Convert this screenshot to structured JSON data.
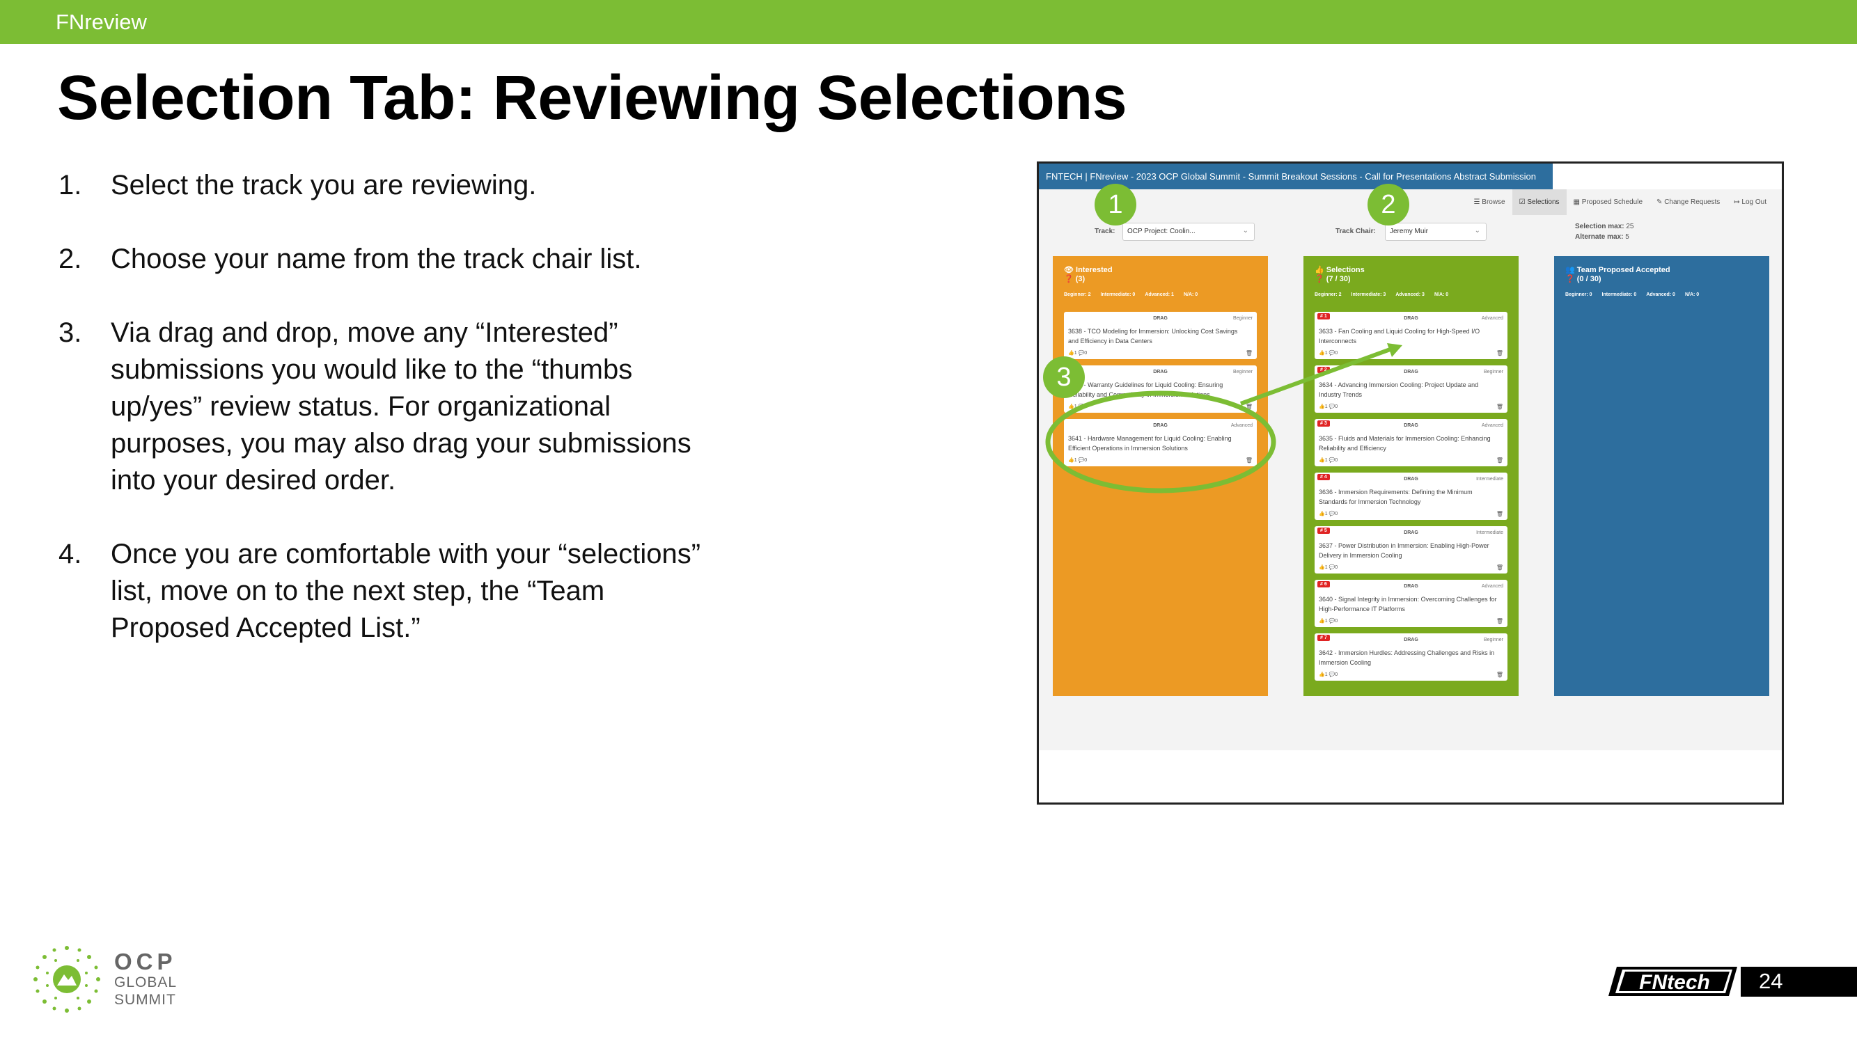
{
  "slide": {
    "brand": "FNreview",
    "title": "Selection Tab: Reviewing Selections",
    "page_number": "24"
  },
  "steps": [
    {
      "num": "1.",
      "text": "Select the track you are reviewing."
    },
    {
      "num": "2.",
      "text": "Choose your name from the track chair list."
    },
    {
      "num": "3.",
      "text": "Via drag and drop, move any “Interested” submissions you would like to the “thumbs up/yes” review status. For organizational purposes, you may also drag your submissions into your desired order."
    },
    {
      "num": "4.",
      "text": "Once you are comfortable with your “selections” list, move on to the next step, the “Team Proposed Accepted List.”"
    }
  ],
  "app": {
    "header_title": "FNTECH | FNreview - 2023 OCP Global Summit - Summit Breakout Sessions - Call for Presentations Abstract Submission",
    "nav": [
      {
        "label": "☰ Browse",
        "active": false
      },
      {
        "label": "☑ Selections",
        "active": true
      },
      {
        "label": "▦ Proposed Schedule",
        "active": false
      },
      {
        "label": "✎ Change Requests",
        "active": false
      },
      {
        "label": "↦ Log Out",
        "active": false
      }
    ],
    "track_label": "Track:",
    "track_value": "OCP Project: Coolin...",
    "chair_label": "Track Chair:",
    "chair_value": "Jeremy Muir",
    "selection_max_label": "Selection max:",
    "selection_max_value": "25",
    "alternate_max_label": "Alternate max:",
    "alternate_max_value": "5",
    "columns": {
      "interested": {
        "title": "👁 Interested",
        "count": "❓ (3)",
        "levels": [
          "Beginner: 2",
          "Intermediate: 0",
          "Advanced: 1",
          "N/A: 0"
        ],
        "cards": [
          {
            "drag": "DRAG",
            "level": "Beginner",
            "title": "3638 - TCO Modeling for Immersion: Unlocking Cost Savings and Efficiency in Data Centers",
            "meta": "👍1  💬0"
          },
          {
            "drag": "DRAG",
            "level": "Beginner",
            "title": "3639 - Warranty Guidelines for Liquid Cooling: Ensuring Reliability and Compatibility in Immersion Solutions",
            "meta": "👍1  💬0"
          },
          {
            "drag": "DRAG",
            "level": "Advanced",
            "title": "3641 - Hardware Management for Liquid Cooling: Enabling Efficient Operations in Immersion Solutions",
            "meta": "👍1  💬0"
          }
        ]
      },
      "selections": {
        "title": "👍 Selections",
        "count": "❓ (7 / 30)",
        "levels": [
          "Beginner: 2",
          "Intermediate: 3",
          "Advanced: 3",
          "N/A: 0"
        ],
        "cards": [
          {
            "rank": "# 1",
            "drag": "DRAG",
            "level": "Advanced",
            "title": "3633 - Fan Cooling and Liquid Cooling for High-Speed I/O Interconnects",
            "meta": "👍1  💬0"
          },
          {
            "rank": "# 2",
            "drag": "DRAG",
            "level": "Beginner",
            "title": "3634 - Advancing Immersion Cooling: Project Update and Industry Trends",
            "meta": "👍1  💬0"
          },
          {
            "rank": "# 3",
            "drag": "DRAG",
            "level": "Advanced",
            "title": "3635 - Fluids and Materials for Immersion Cooling: Enhancing Reliability and Efficiency",
            "meta": "👍1  💬0"
          },
          {
            "rank": "# 4",
            "drag": "DRAG",
            "level": "Intermediate",
            "title": "3636 - Immersion Requirements: Defining the Minimum Standards for Immersion Technology",
            "meta": "👍1  💬0"
          },
          {
            "rank": "# 5",
            "drag": "DRAG",
            "level": "Intermediate",
            "title": "3637 - Power Distribution in Immersion: Enabling High-Power Delivery in Immersion Cooling",
            "meta": "👍1  💬0"
          },
          {
            "rank": "# 6",
            "drag": "DRAG",
            "level": "Advanced",
            "title": "3640 - Signal Integrity in Immersion: Overcoming Challenges for High-Performance IT Platforms",
            "meta": "👍1  💬0"
          },
          {
            "rank": "# 7",
            "drag": "DRAG",
            "level": "Beginner",
            "title": "3642 - Immersion Hurdles: Addressing Challenges and Risks in Immersion Cooling",
            "meta": "👍1  💬0"
          }
        ]
      },
      "team": {
        "title": "👥 Team Proposed Accepted",
        "count": "❓ (0 / 30)",
        "levels": [
          "Beginner: 0",
          "Intermediate: 0",
          "Advanced: 0",
          "N/A: 0"
        ]
      }
    },
    "badges": [
      "1",
      "2",
      "3"
    ]
  },
  "footer": {
    "ocp_line1": "OCP",
    "ocp_line2": "GLOBAL",
    "ocp_line3": "SUMMIT",
    "fntech": "FNtech"
  },
  "colors": {
    "brand_green": "#7cbd34",
    "interested_orange": "#ec9a24",
    "selections_green": "#7aaa1e",
    "team_blue": "#2d6e9e",
    "header_blue": "#2d6e9e",
    "rank_red": "#e02424"
  }
}
